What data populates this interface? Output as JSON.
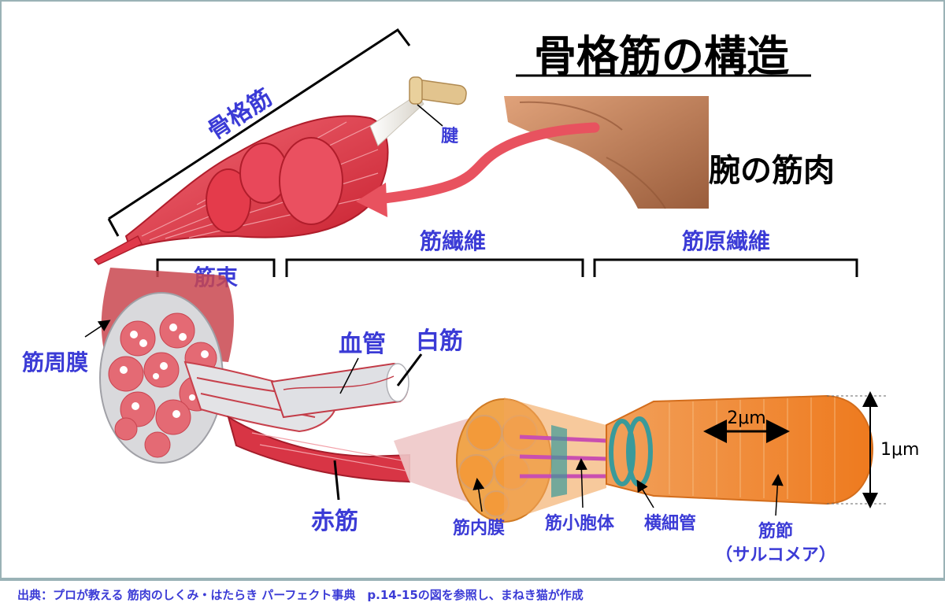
{
  "title": "骨格筋の構造",
  "labels": {
    "skeletal_muscle": "骨格筋",
    "tendon": "腱",
    "arm_muscle": "腕の筋肉",
    "fascicle": "筋束",
    "muscle_fiber": "筋繊維",
    "myofibril": "筋原繊維",
    "perimysium": "筋周膜",
    "blood_vessel": "血管",
    "white_muscle": "白筋",
    "red_muscle": "赤筋",
    "endomysium": "筋内膜",
    "sarcoplasmic_reticulum": "筋小胞体",
    "t_tubule": "横細管",
    "sarcomere": "筋節",
    "sarcomere_alt": "（サルコメア）",
    "dim_width": "2μm",
    "dim_height": "1μm"
  },
  "footer": "出典：プロが教える 筋肉のしくみ・はたらき パーフェクト事典　p.14-15の図を参照し、まねき猫が作成",
  "colors": {
    "label_blue": "#3b3bd6",
    "muscle_red": "#e23a4a",
    "fiber_orange": "#f08a2e",
    "arrow_pink": "#e8525f",
    "skin": "#c98a63"
  }
}
